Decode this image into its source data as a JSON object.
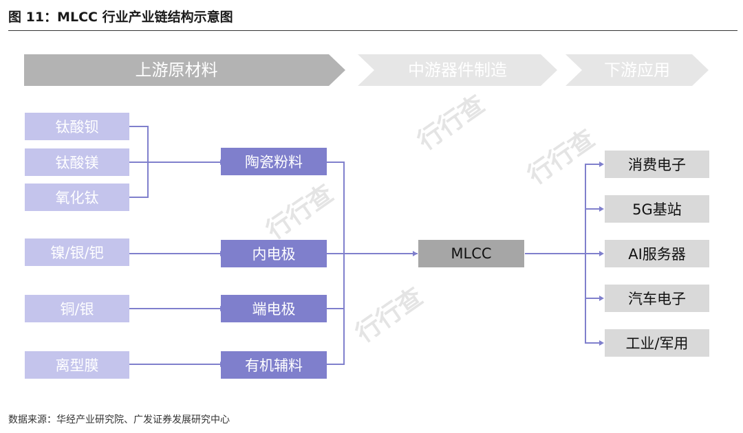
{
  "figure": {
    "title": "图 11：MLCC 行业产业链结构示意图",
    "source": "数据来源：华经产业研究院、广发证券发展研究中心"
  },
  "stages": [
    {
      "label": "上游原材料",
      "color": "#b3b3b3"
    },
    {
      "label": "中游器件制造",
      "color": "#e6e6e6"
    },
    {
      "label": "下游应用",
      "color": "#e6e6e6"
    }
  ],
  "raw_materials": [
    "钛酸钡",
    "钛酸镁",
    "氧化钛",
    "镍/银/钯",
    "铜/银",
    "离型膜"
  ],
  "intermediates": [
    "陶瓷粉料",
    "内电极",
    "端电极",
    "有机辅料"
  ],
  "product": "MLCC",
  "applications": [
    "消费电子",
    "5G基站",
    "AI服务器",
    "汽车电子",
    "工业/军用"
  ],
  "colors": {
    "raw_box": "#c4c4ec",
    "mid_box": "#7f7fcc",
    "mlcc_box": "#a6a6a6",
    "app_box": "#d9d9d9",
    "connector": "#7f7fcc"
  }
}
